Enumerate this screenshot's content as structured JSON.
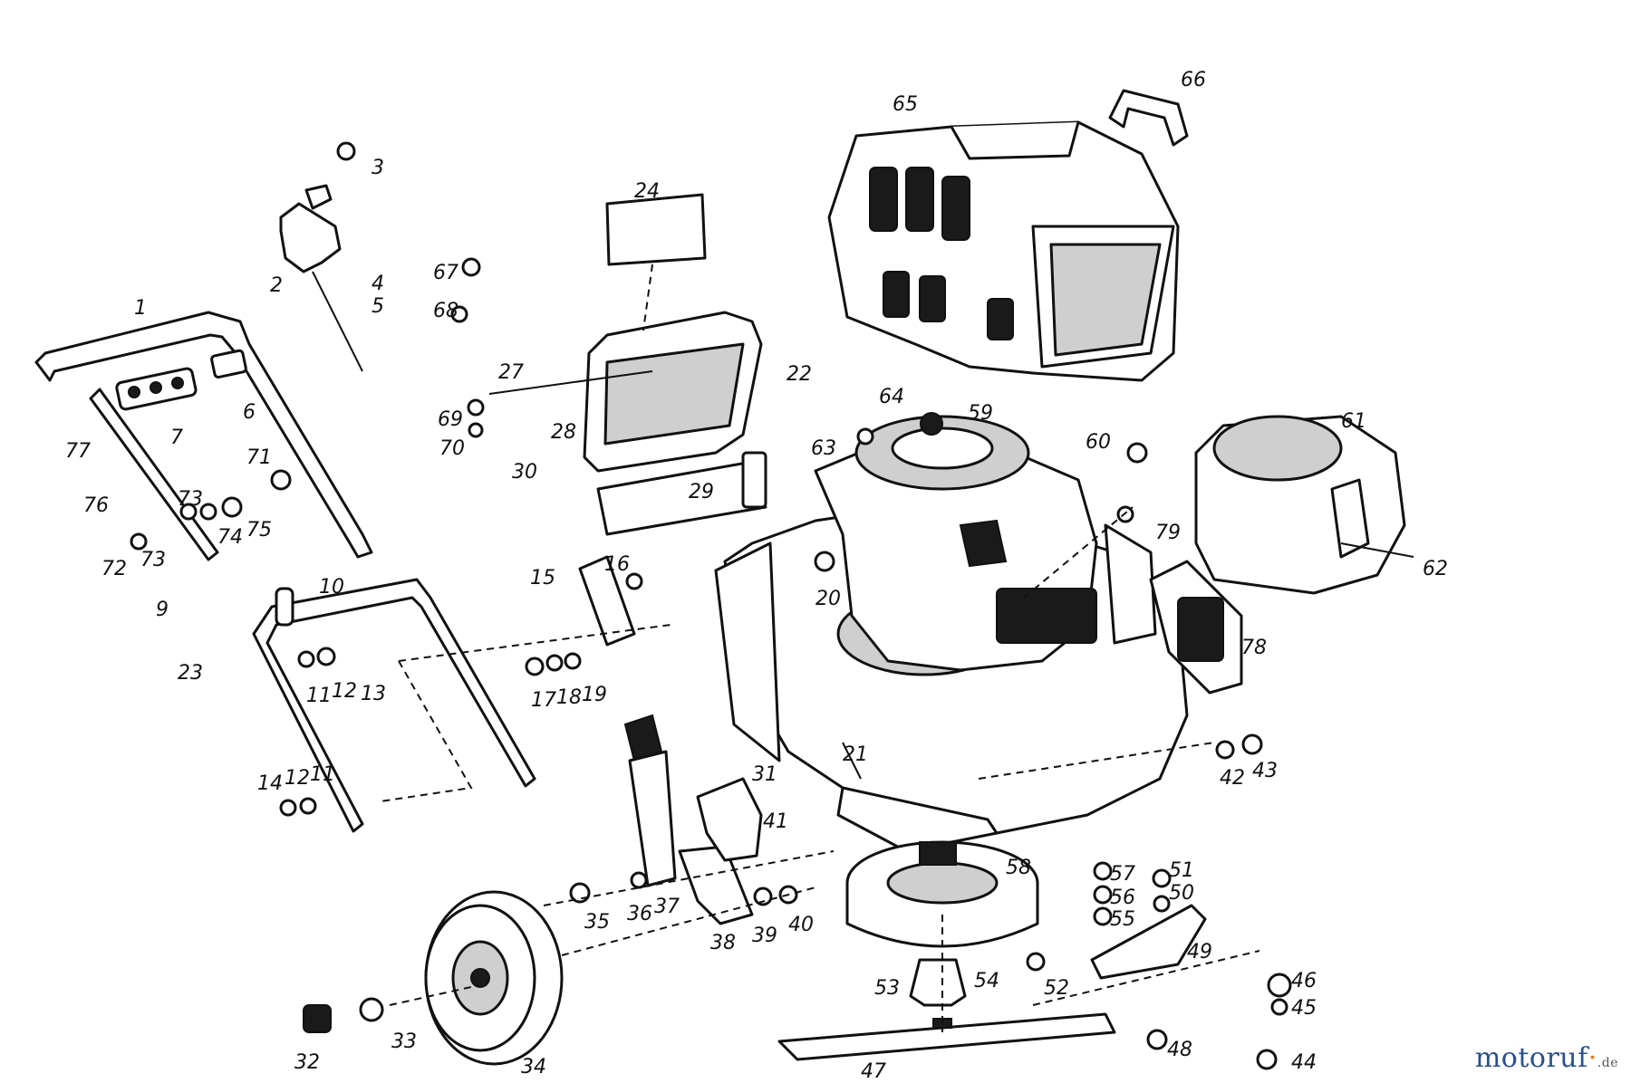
{
  "watermark": {
    "main": "motoruf",
    "accent": "·",
    "tld": ".de"
  },
  "colors": {
    "line": "#111111",
    "background": "#ffffff",
    "brand_blue": "#2b4f8a",
    "brand_orange": "#e27a14"
  },
  "callouts": [
    "1",
    "2",
    "3",
    "4",
    "5",
    "6",
    "7",
    "9",
    "10",
    "11",
    "11",
    "12",
    "12",
    "13",
    "14",
    "15",
    "16",
    "17",
    "18",
    "19",
    "20",
    "21",
    "22",
    "23",
    "24",
    "27",
    "28",
    "29",
    "30",
    "31",
    "32",
    "33",
    "34",
    "35",
    "36",
    "37",
    "38",
    "39",
    "40",
    "41",
    "42",
    "43",
    "44",
    "45",
    "46",
    "47",
    "48",
    "49",
    "50",
    "51",
    "52",
    "53",
    "54",
    "55",
    "56",
    "57",
    "58",
    "59",
    "60",
    "61",
    "62",
    "63",
    "64",
    "65",
    "66",
    "67",
    "68",
    "69",
    "70",
    "71",
    "72",
    "73",
    "73",
    "74",
    "75",
    "76",
    "77",
    "78",
    "79"
  ]
}
